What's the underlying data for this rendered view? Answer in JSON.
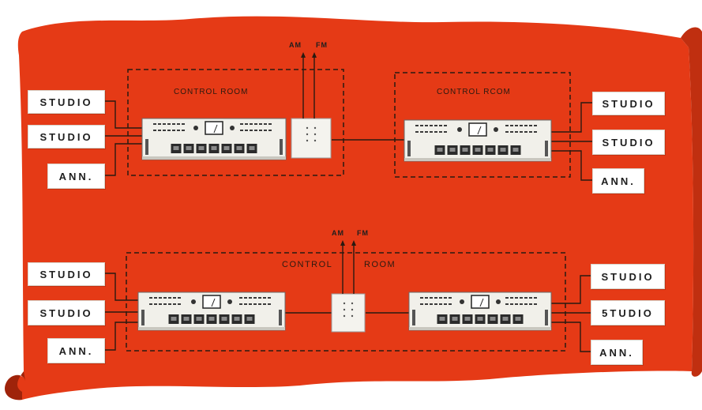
{
  "colors": {
    "banner": "#e53a16",
    "banner_shadow": "#b8280c",
    "line": "#2a1a10",
    "panel": "#f1f0ea"
  },
  "top": {
    "output_left": "AM",
    "output_right": "FM",
    "left_room_label": "CONTROL ROOM",
    "right_room_label": "CONTROL RCOM",
    "left_inputs": [
      "STUDIO",
      "STUDIO",
      "ANN."
    ],
    "right_inputs": [
      "STUDIO",
      "STUDIO",
      "ANN."
    ]
  },
  "bottom": {
    "output_left": "AM",
    "output_right": "FM",
    "room_label_left": "CONTROL",
    "room_label_right": "ROOM",
    "left_inputs": [
      "STUDIO",
      "STUDIO",
      "ANN."
    ],
    "right_inputs": [
      "STUDIO",
      "5TUDIO",
      "ANN."
    ]
  }
}
